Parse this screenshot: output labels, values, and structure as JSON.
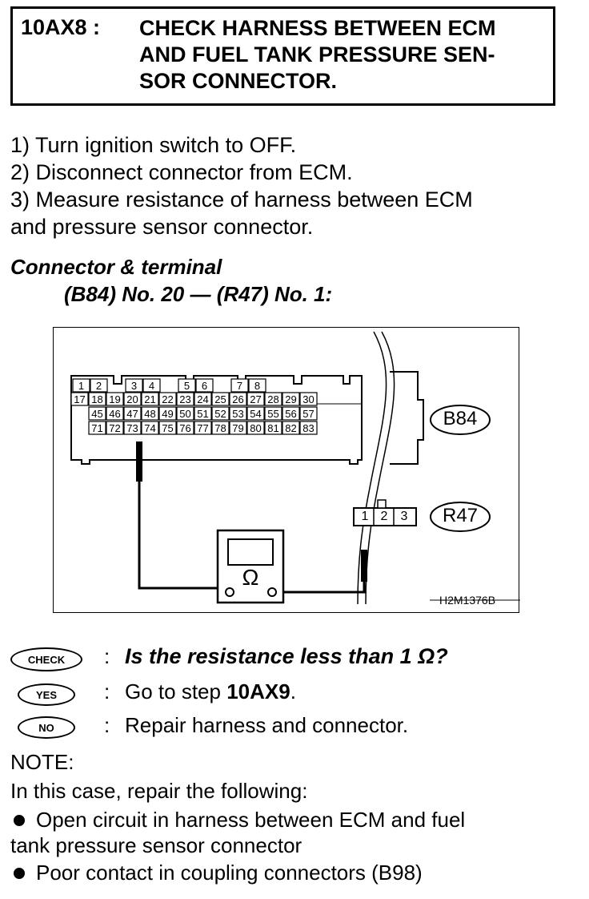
{
  "header": {
    "code": "10AX8 :",
    "title_lines": [
      "CHECK HARNESS BETWEEN ECM",
      "AND FUEL TANK PRESSURE SEN-",
      "SOR CONNECTOR."
    ]
  },
  "steps": [
    "1)  Turn ignition switch to OFF.",
    "2)  Disconnect connector from ECM.",
    "3)  Measure resistance of harness between ECM",
    "and pressure sensor connector."
  ],
  "connector": {
    "heading": "Connector & terminal",
    "spec": "(B84) No. 20 — (R47) No. 1:"
  },
  "diagram": {
    "ecm_rows": [
      [
        "1",
        "2",
        "",
        "3",
        "4",
        "",
        "5",
        "6",
        "",
        "7",
        "8"
      ],
      [
        "17",
        "18",
        "19",
        "20",
        "21",
        "22",
        "23",
        "24",
        "25",
        "26",
        "27",
        "28",
        "29",
        "30"
      ],
      [
        "45",
        "46",
        "47",
        "48",
        "49",
        "50",
        "51",
        "52",
        "53",
        "54",
        "55",
        "56",
        "57"
      ],
      [
        "71",
        "72",
        "73",
        "74",
        "75",
        "76",
        "77",
        "78",
        "79",
        "80",
        "81",
        "82",
        "83"
      ]
    ],
    "b84_label": "B84",
    "r47_label": "R47",
    "r47_pins": [
      "1",
      "2",
      "3"
    ],
    "meter_symbol": "Ω",
    "figure_id": "H2M1376B"
  },
  "check": {
    "check_icon_label": "CHECK",
    "question": "Is the resistance less than 1 Ω?",
    "yes_icon_label": "YES",
    "yes_text_prefix": "Go to step ",
    "yes_step": "10AX9",
    "yes_text_suffix": ".",
    "no_icon_label": "NO",
    "no_text": "Repair harness and connector.",
    "separator": ":"
  },
  "note": {
    "title": "NOTE:",
    "intro": "In this case, repair the following:",
    "bullets": [
      {
        "line1": "Open circuit in harness between ECM and fuel",
        "line2": "tank pressure sensor connector"
      },
      {
        "line1": "Poor contact in coupling connectors (B98)",
        "line2": ""
      }
    ]
  }
}
